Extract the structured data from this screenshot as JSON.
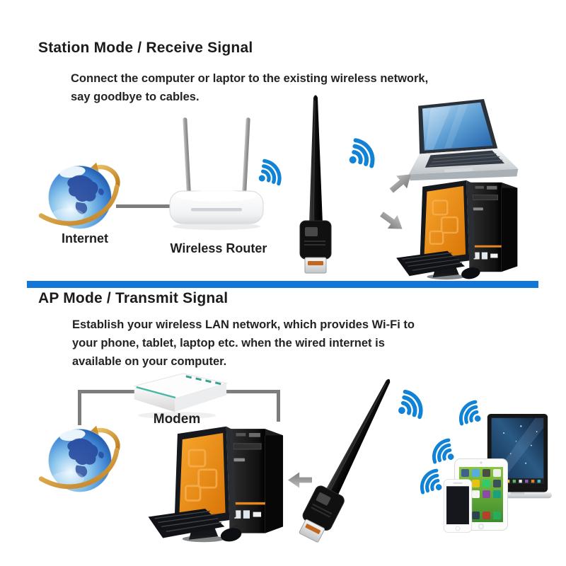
{
  "colors": {
    "background": "#ffffff",
    "divider_blue": "#1377d8",
    "wifi_blue": "#1083d6",
    "heading_text": "#1b1b1b",
    "body_text": "#232323",
    "connector_gray": "#7d7d7d",
    "desktop_screen_orange": "#e8871e",
    "globe_swoosh_gold": "#d9a23c"
  },
  "icons": {
    "wifi": "wifi-signal-icon",
    "arrow": "direction-arrow-icon",
    "globe": "internet-globe-icon"
  },
  "station_section": {
    "heading": "Station Mode / Receive Signal",
    "description_lines": [
      "Connect the computer or laptor to the existing wireless network,",
      "say goodbye to cables."
    ],
    "internet_label": "Internet",
    "router_label": "Wireless Router"
  },
  "ap_section": {
    "heading": "AP Mode / Transmit Signal",
    "description_lines": [
      "Establish your wireless LAN network, which provides Wi-Fi to",
      "your phone, tablet, laptop etc. when the wired internet is",
      "available on your computer."
    ],
    "modem_label": "Modem"
  }
}
